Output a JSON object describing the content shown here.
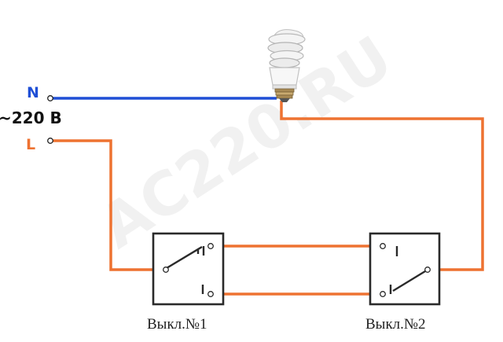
{
  "labels": {
    "neutral": "N",
    "voltage": "~220 В",
    "line": "L",
    "switch1": "Выкл.№1",
    "switch2": "Выкл.№2"
  },
  "watermark": "AC220.RU",
  "icons": [
    "cfl-bulb-icon",
    "two-way-switch-icon"
  ],
  "colors": {
    "neutral_wire": "#1f4fd6",
    "neutral_label": "#1f4fd6",
    "line_wire": "#ee7231",
    "line_label": "#ee7231",
    "switch_frame": "#2a2a2a",
    "text": "#222222"
  }
}
